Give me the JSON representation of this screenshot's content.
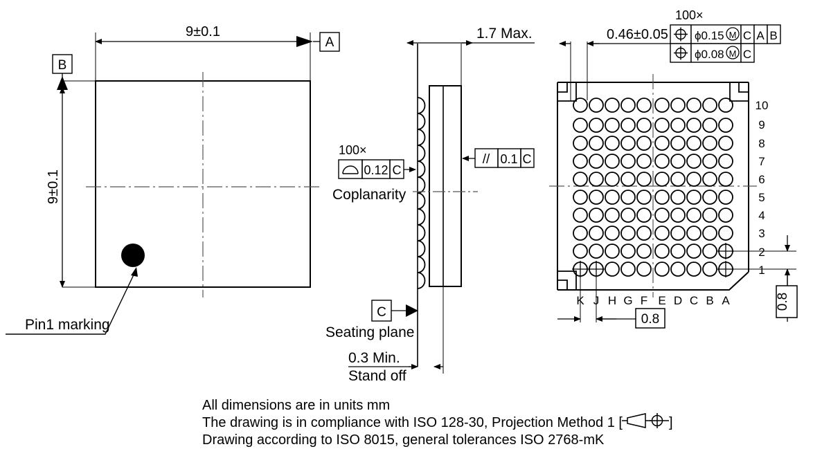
{
  "drawing": {
    "title": "BGA package mechanical drawing",
    "views": {
      "top_view": {
        "name": "top-view",
        "width_dimension": "9±0.1",
        "height_dimension": "9±0.1",
        "datum_a": "A",
        "datum_b": "B",
        "pin1_label": "Pin1 marking"
      },
      "side_view": {
        "name": "side-view",
        "height_max": "1.7 Max.",
        "coplanarity_count": "100×",
        "coplanarity_value": "0.12",
        "coplanarity_datum": "C",
        "coplanarity_label": "Coplanarity",
        "parallelism_value": "0.1",
        "parallelism_datum": "C",
        "parallelism_symbol": "//",
        "seating_plane_datum": "C",
        "seating_plane_label": "Seating plane",
        "standoff_value": "0.3 Min.",
        "standoff_label": "Stand off",
        "ball_count": 12
      },
      "bottom_view": {
        "name": "bottom-view",
        "ball_diameter": "0.46±0.05",
        "position_count": "100×",
        "position_tol_1": {
          "value": "ϕ0.15",
          "modifier": "M",
          "datums": [
            "C",
            "A",
            "B"
          ]
        },
        "position_tol_2": {
          "value": "ϕ0.08",
          "modifier": "M",
          "datums": [
            "C"
          ]
        },
        "pitch_horizontal": "0.8",
        "pitch_vertical": "0.8",
        "column_labels": [
          "K",
          "J",
          "H",
          "G",
          "F",
          "E",
          "D",
          "C",
          "B",
          "A"
        ],
        "row_labels": [
          "10",
          "9",
          "8",
          "7",
          "6",
          "5",
          "4",
          "3",
          "2",
          "1"
        ],
        "grid_columns": 10,
        "grid_rows": 10,
        "total_balls": 100
      }
    },
    "notes": [
      "All dimensions are in units mm",
      "The drawing is in compliance with ISO 128-30, Projection Method 1 [",
      "Drawing according to ISO 8015, general tolerances ISO 2768-mK"
    ],
    "note_line2_suffix": "]",
    "colors": {
      "line": "#000000",
      "background": "#ffffff",
      "pin1_marker": "#000000"
    }
  }
}
